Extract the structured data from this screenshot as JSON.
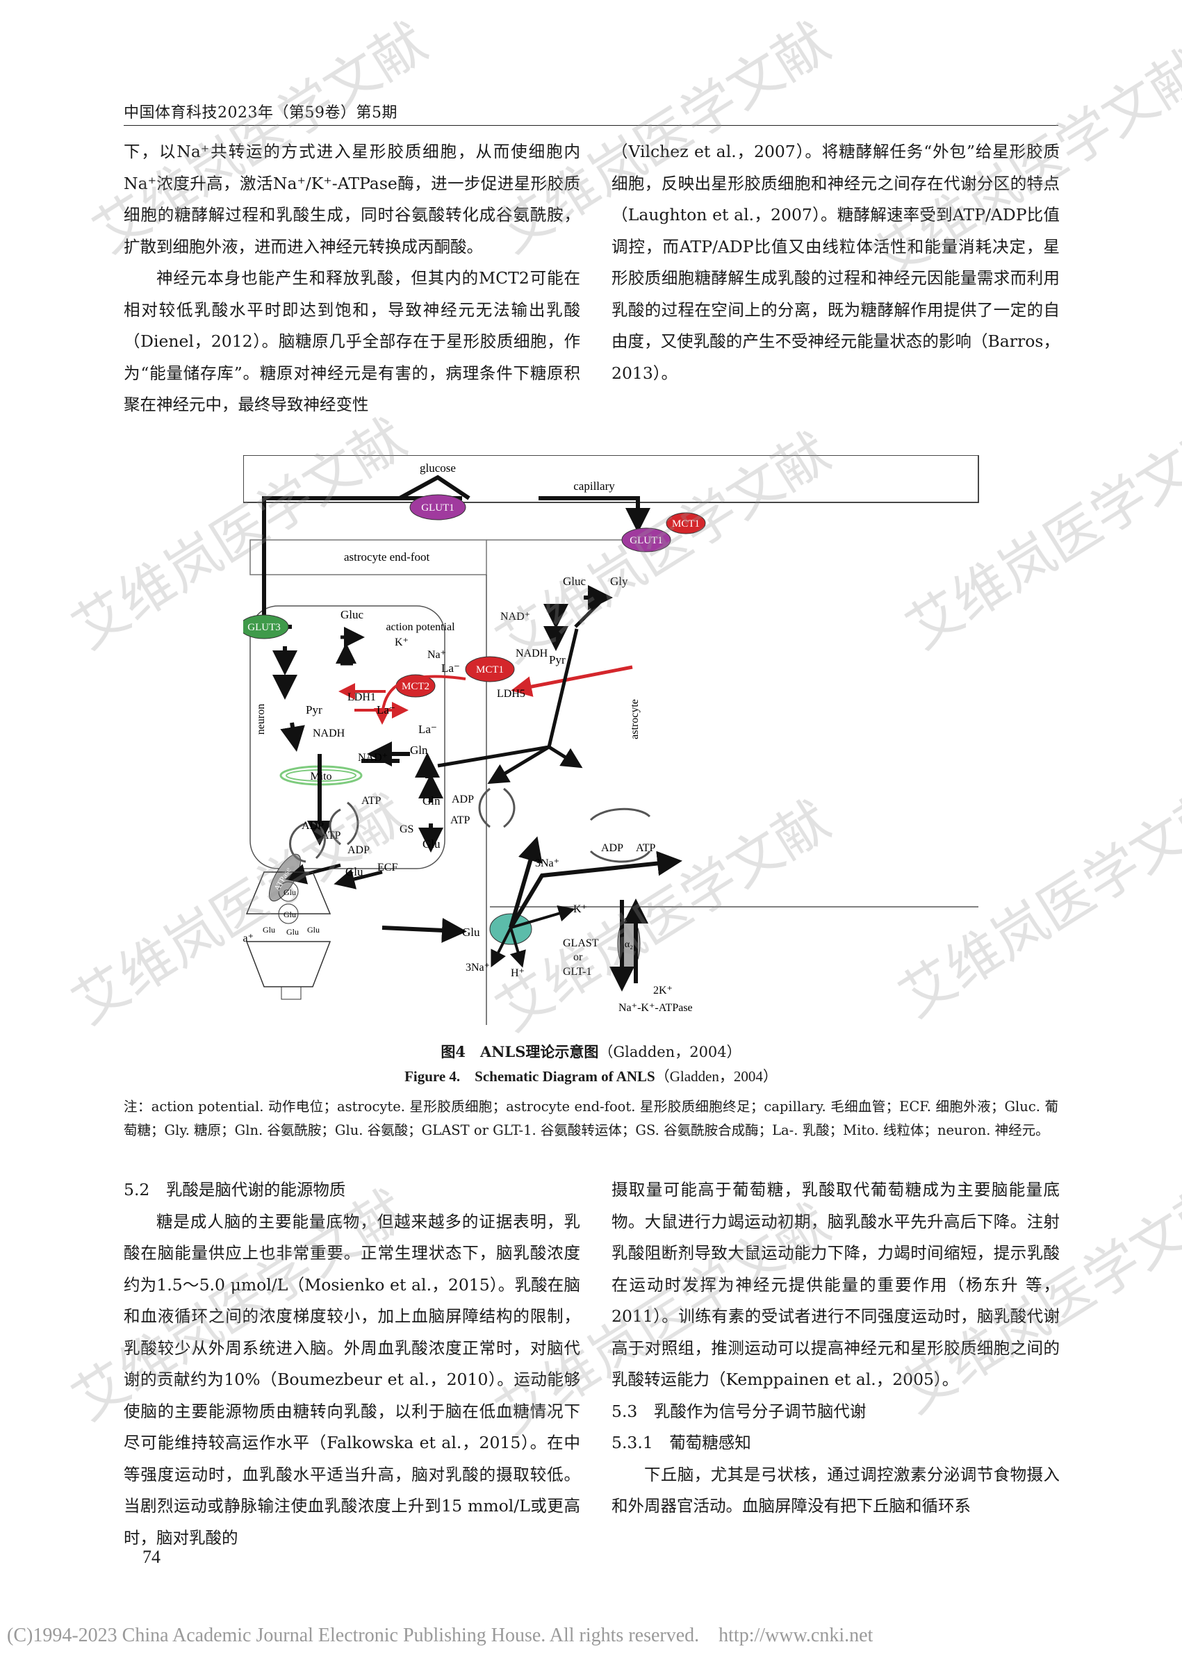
{
  "header": "中国体育科技2023年（第59卷）第5期",
  "left_col_top": [
    {
      "indent": false,
      "text": "下，以Na⁺共转运的方式进入星形胶质细胞，从而使细胞内Na⁺浓度升高，激活Na⁺/K⁺-ATPase酶，进一步促进星形胶质细胞的糖酵解过程和乳酸生成，同时谷氨酸转化成谷氨酰胺，扩散到细胞外液，进而进入神经元转换成丙酮酸。"
    },
    {
      "indent": true,
      "text": "神经元本身也能产生和释放乳酸，但其内的MCT2可能在相对较低乳酸水平时即达到饱和，导致神经元无法输出乳酸（Dienel，2012）。脑糖原几乎全部存在于星形胶质细胞，作为“能量储存库”。糖原对神经元是有害的，病理条件下糖原积聚在神经元中，最终导致神经变性"
    }
  ],
  "right_col_top": [
    {
      "indent": false,
      "text": "（Vilchez et al.，2007）。将糖酵解任务“外包”给星形胶质细胞，反映出星形胶质细胞和神经元之间存在代谢分区的特点（Laughton et al.，2007）。糖酵解速率受到ATP/ADP比值调控，而ATP/ADP比值又由线粒体活性和能量消耗决定，星形胶质细胞糖酵解生成乳酸的过程和神经元因能量需求而利用乳酸的过程在空间上的分离，既为糖酵解作用提供了一定的自由度，又使乳酸的产生不受神经元能量状态的影响（Barros，2013）。"
    }
  ],
  "figure": {
    "labels": {
      "glucose": "glucose",
      "capillary": "capillary",
      "glut1_a": "GLUT1",
      "glut1_b": "GLUT1",
      "mct1_top": "MCT1",
      "endfoot": "astrocyte end-foot",
      "gluc_r": "Gluc",
      "gly": "Gly",
      "glut3": "GLUT3",
      "gluc_n": "Gluc",
      "action_potential": "action potential",
      "k_plus": "K⁺",
      "na_plus": "Na⁺",
      "nad_r": "NAD⁺",
      "nadh_r": "NADH",
      "pyr_r": "Pyr",
      "mct1_mid": "MCT1",
      "la_mid": "La⁻",
      "ldh5": "LDH5",
      "ldh1": "LDH1",
      "pyr_n": "Pyr",
      "la_n": "La⁻",
      "mct2": "MCT2",
      "la_mct2": "La⁻",
      "neuron": "neuron",
      "astrocyte": "astrocyte",
      "nadh_n": "NADH",
      "nad_n": "NAD⁺",
      "mito": "Mito",
      "gln_n": "Gln",
      "atp_n": "ATP",
      "adp_n": "ADP",
      "gln_a": "Gln",
      "adp_a": "ADP",
      "atp_a": "ATP",
      "gs": "GS",
      "glu_a": "Glu",
      "adp_m": "ADP",
      "atp_m": "ATP",
      "glu_n": "Glu",
      "ecf": "ECF",
      "adp_r": "ADP",
      "atp_r": "ATP",
      "na3_r": "3Na⁺",
      "atpase_n": "ATPase",
      "na3_n": "3Na⁺",
      "glu_v1": "Glu",
      "glu_v2": "Glu",
      "glu_v3": "Glu",
      "glu_v4": "Glu",
      "glu_v5": "Glu",
      "glu_cleft": "Glu",
      "k_plus2": "K⁺",
      "na3_g": "3Na⁺",
      "h_plus": "H⁺",
      "glast": "GLAST",
      "or": "or",
      "glt1": "GLT-1",
      "alpha2": "α₂",
      "k2": "2K⁺",
      "nak_atpase": "Na⁺-K⁺-ATPase"
    },
    "colors": {
      "purple": "#a03a9e",
      "red": "#d4262b",
      "green": "#3f9a4a",
      "teal": "#5cbcaa",
      "grey": "#a8a8a8",
      "mito_green": "#7ecb7e"
    }
  },
  "caption_cn_bold": "图4　ANLS理论示意图",
  "caption_cn_ref": "（Gladden，2004）",
  "caption_en_bold": "Figure 4.　Schematic Diagram of ANLS",
  "caption_en_ref": "（Gladden，2004）",
  "note": "注：action potential. 动作电位；astrocyte. 星形胶质细胞；astrocyte end-foot. 星形胶质细胞终足；capillary. 毛细血管；ECF. 细胞外液；Gluc. 葡萄糖；Gly. 糖原；Gln. 谷氨酰胺；Glu. 谷氨酸；GLAST or GLT-1. 谷氨酸转运体；GS. 谷氨酰胺合成酶；La-. 乳酸；Mito. 线粒体；neuron. 神经元。",
  "left_col_bottom": [
    {
      "cls": "sub",
      "text": "5.2　乳酸是脑代谢的能源物质"
    },
    {
      "cls": "ind",
      "text": "糖是成人脑的主要能量底物，但越来越多的证据表明，乳酸在脑能量供应上也非常重要。正常生理状态下，脑乳酸浓度约为1.5～5.0 μmol/L（Mosienko et al.，2015）。乳酸在脑和血液循环之间的浓度梯度较小，加上血脑屏障结构的限制，乳酸较少从外周系统进入脑。外周血乳酸浓度正常时，对脑代谢的贡献约为10%（Boumezbeur et al.，2010）。运动能够使脑的主要能源物质由糖转向乳酸，以利于脑在低血糖情况下尽可能维持较高运作水平（Falkowska et al.，2015）。在中等强度运动时，血乳酸水平适当升高，脑对乳酸的摄取较低。当剧烈运动或静脉输注使血乳酸浓度上升到15 mmol/L或更高时，脑对乳酸的"
    }
  ],
  "right_col_bottom": [
    {
      "cls": "",
      "text": "摄取量可能高于葡萄糖，乳酸取代葡萄糖成为主要脑能量底物。大鼠进行力竭运动初期，脑乳酸水平先升高后下降。注射乳酸阻断剂导致大鼠运动能力下降，力竭时间缩短，提示乳酸在运动时发挥为神经元提供能量的重要作用（杨东升 等，2011）。训练有素的受试者进行不同强度运动时，脑乳酸代谢高于对照组，推测运动可以提高神经元和星形胶质细胞之间的乳酸转运能力（Kemppainen et al.，2005）。"
    },
    {
      "cls": "sub",
      "text": "5.3　乳酸作为信号分子调节脑代谢"
    },
    {
      "cls": "sub",
      "text": "5.3.1　葡萄糖感知"
    },
    {
      "cls": "ind",
      "text": "下丘脑，尤其是弓状核，通过调控激素分泌调节食物摄入和外周器官活动。血脑屏障没有把下丘脑和循环系"
    }
  ],
  "page_number": "74",
  "copyright": "(C)1994-2023 China Academic Journal Electronic Publishing House. All rights reserved.    http://www.cnki.net",
  "watermark": "艾维岚医学文献"
}
